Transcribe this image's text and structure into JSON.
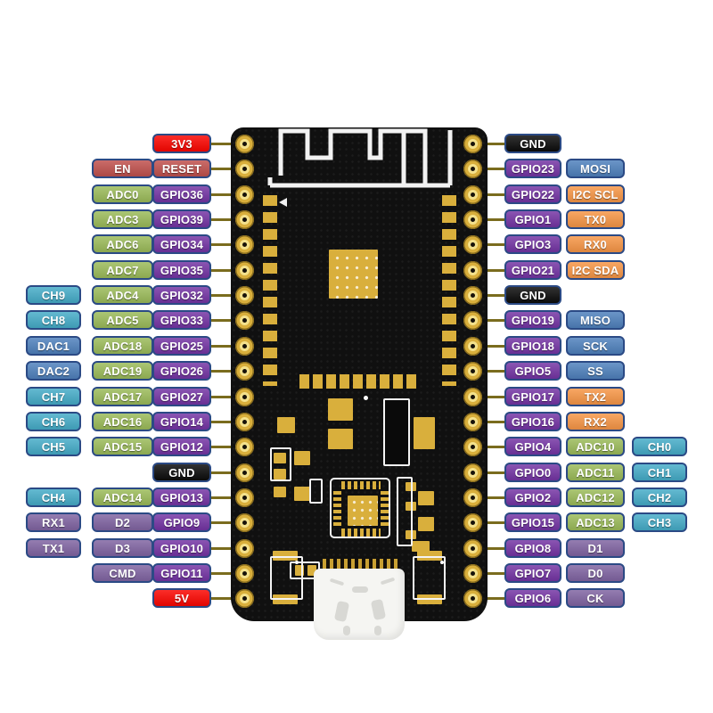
{
  "diagram": "ESP32 development board pinout",
  "colors": {
    "gpio_purple": "#7434A4",
    "aux_purple": "#8064A2",
    "adc_green": "#9BBB59",
    "touch_cyan": "#45ACC8",
    "bus_blue": "#4F81BD",
    "serial_orange": "#F79646",
    "power_red": "#FB0500",
    "reset_brick": "#C0504D",
    "gnd_black": "#0B0B0B",
    "label_border": "#2B4A85",
    "wire_olive": "#7a6c1e",
    "pcb_black": "#101010",
    "pad_gold": "#D9AF3C",
    "silk_white": "#F4F4F4"
  },
  "left_rows": [
    {
      "inner": {
        "label": "3V3",
        "type": "power_red"
      }
    },
    {
      "mid": {
        "label": "EN",
        "type": "reset_brick"
      },
      "inner": {
        "label": "RESET",
        "type": "reset_brick"
      }
    },
    {
      "mid": {
        "label": "ADC0",
        "type": "adc_green"
      },
      "inner": {
        "label": "GPIO36",
        "type": "gpio_purple"
      }
    },
    {
      "mid": {
        "label": "ADC3",
        "type": "adc_green"
      },
      "inner": {
        "label": "GPIO39",
        "type": "gpio_purple"
      }
    },
    {
      "mid": {
        "label": "ADC6",
        "type": "adc_green"
      },
      "inner": {
        "label": "GPIO34",
        "type": "gpio_purple"
      }
    },
    {
      "mid": {
        "label": "ADC7",
        "type": "adc_green"
      },
      "inner": {
        "label": "GPIO35",
        "type": "gpio_purple"
      }
    },
    {
      "outer": {
        "label": "CH9",
        "type": "touch_cyan"
      },
      "mid": {
        "label": "ADC4",
        "type": "adc_green"
      },
      "inner": {
        "label": "GPIO32",
        "type": "gpio_purple"
      }
    },
    {
      "outer": {
        "label": "CH8",
        "type": "touch_cyan"
      },
      "mid": {
        "label": "ADC5",
        "type": "adc_green"
      },
      "inner": {
        "label": "GPIO33",
        "type": "gpio_purple"
      }
    },
    {
      "outer": {
        "label": "DAC1",
        "type": "bus_blue"
      },
      "mid": {
        "label": "ADC18",
        "type": "adc_green"
      },
      "inner": {
        "label": "GPIO25",
        "type": "gpio_purple"
      }
    },
    {
      "outer": {
        "label": "DAC2",
        "type": "bus_blue"
      },
      "mid": {
        "label": "ADC19",
        "type": "adc_green"
      },
      "inner": {
        "label": "GPIO26",
        "type": "gpio_purple"
      }
    },
    {
      "outer": {
        "label": "CH7",
        "type": "touch_cyan"
      },
      "mid": {
        "label": "ADC17",
        "type": "adc_green"
      },
      "inner": {
        "label": "GPIO27",
        "type": "gpio_purple"
      }
    },
    {
      "outer": {
        "label": "CH6",
        "type": "touch_cyan"
      },
      "mid": {
        "label": "ADC16",
        "type": "adc_green"
      },
      "inner": {
        "label": "GPIO14",
        "type": "gpio_purple"
      }
    },
    {
      "outer": {
        "label": "CH5",
        "type": "touch_cyan"
      },
      "mid": {
        "label": "ADC15",
        "type": "adc_green"
      },
      "inner": {
        "label": "GPIO12",
        "type": "gpio_purple"
      }
    },
    {
      "inner": {
        "label": "GND",
        "type": "gnd_black"
      }
    },
    {
      "outer": {
        "label": "CH4",
        "type": "touch_cyan"
      },
      "mid": {
        "label": "ADC14",
        "type": "adc_green"
      },
      "inner": {
        "label": "GPIO13",
        "type": "gpio_purple"
      }
    },
    {
      "outer": {
        "label": "RX1",
        "type": "aux_purple"
      },
      "mid": {
        "label": "D2",
        "type": "aux_purple"
      },
      "inner": {
        "label": "GPIO9",
        "type": "gpio_purple"
      }
    },
    {
      "outer": {
        "label": "TX1",
        "type": "aux_purple"
      },
      "mid": {
        "label": "D3",
        "type": "aux_purple"
      },
      "inner": {
        "label": "GPIO10",
        "type": "gpio_purple"
      }
    },
    {
      "mid": {
        "label": "CMD",
        "type": "aux_purple"
      },
      "inner": {
        "label": "GPIO11",
        "type": "gpio_purple"
      }
    },
    {
      "inner": {
        "label": "5V",
        "type": "power_red"
      }
    }
  ],
  "right_rows": [
    {
      "inner": {
        "label": "GND",
        "type": "gnd_black"
      }
    },
    {
      "inner": {
        "label": "GPIO23",
        "type": "gpio_purple"
      },
      "mid": {
        "label": "MOSI",
        "type": "bus_blue"
      }
    },
    {
      "inner": {
        "label": "GPIO22",
        "type": "gpio_purple"
      },
      "mid": {
        "label": "I2C SCL",
        "type": "serial_orange"
      }
    },
    {
      "inner": {
        "label": "GPIO1",
        "type": "gpio_purple"
      },
      "mid": {
        "label": "TX0",
        "type": "serial_orange"
      }
    },
    {
      "inner": {
        "label": "GPIO3",
        "type": "gpio_purple"
      },
      "mid": {
        "label": "RX0",
        "type": "serial_orange"
      }
    },
    {
      "inner": {
        "label": "GPIO21",
        "type": "gpio_purple"
      },
      "mid": {
        "label": "I2C SDA",
        "type": "serial_orange"
      }
    },
    {
      "inner": {
        "label": "GND",
        "type": "gnd_black"
      }
    },
    {
      "inner": {
        "label": "GPIO19",
        "type": "gpio_purple"
      },
      "mid": {
        "label": "MISO",
        "type": "bus_blue"
      }
    },
    {
      "inner": {
        "label": "GPIO18",
        "type": "gpio_purple"
      },
      "mid": {
        "label": "SCK",
        "type": "bus_blue"
      }
    },
    {
      "inner": {
        "label": "GPIO5",
        "type": "gpio_purple"
      },
      "mid": {
        "label": "SS",
        "type": "bus_blue"
      }
    },
    {
      "inner": {
        "label": "GPIO17",
        "type": "gpio_purple"
      },
      "mid": {
        "label": "TX2",
        "type": "serial_orange"
      }
    },
    {
      "inner": {
        "label": "GPIO16",
        "type": "gpio_purple"
      },
      "mid": {
        "label": "RX2",
        "type": "serial_orange"
      }
    },
    {
      "inner": {
        "label": "GPIO4",
        "type": "gpio_purple"
      },
      "mid": {
        "label": "ADC10",
        "type": "adc_green"
      },
      "outer": {
        "label": "CH0",
        "type": "touch_cyan"
      }
    },
    {
      "inner": {
        "label": "GPIO0",
        "type": "gpio_purple"
      },
      "mid": {
        "label": "ADC11",
        "type": "adc_green"
      },
      "outer": {
        "label": "CH1",
        "type": "touch_cyan"
      }
    },
    {
      "inner": {
        "label": "GPIO2",
        "type": "gpio_purple"
      },
      "mid": {
        "label": "ADC12",
        "type": "adc_green"
      },
      "outer": {
        "label": "CH2",
        "type": "touch_cyan"
      }
    },
    {
      "inner": {
        "label": "GPIO15",
        "type": "gpio_purple"
      },
      "mid": {
        "label": "ADC13",
        "type": "adc_green"
      },
      "outer": {
        "label": "CH3",
        "type": "touch_cyan"
      }
    },
    {
      "inner": {
        "label": "GPIO8",
        "type": "gpio_purple"
      },
      "mid": {
        "label": "D1",
        "type": "aux_purple"
      }
    },
    {
      "inner": {
        "label": "GPIO7",
        "type": "gpio_purple"
      },
      "mid": {
        "label": "D0",
        "type": "aux_purple"
      }
    },
    {
      "inner": {
        "label": "GPIO6",
        "type": "gpio_purple"
      },
      "mid": {
        "label": "CK",
        "type": "aux_purple"
      }
    }
  ]
}
